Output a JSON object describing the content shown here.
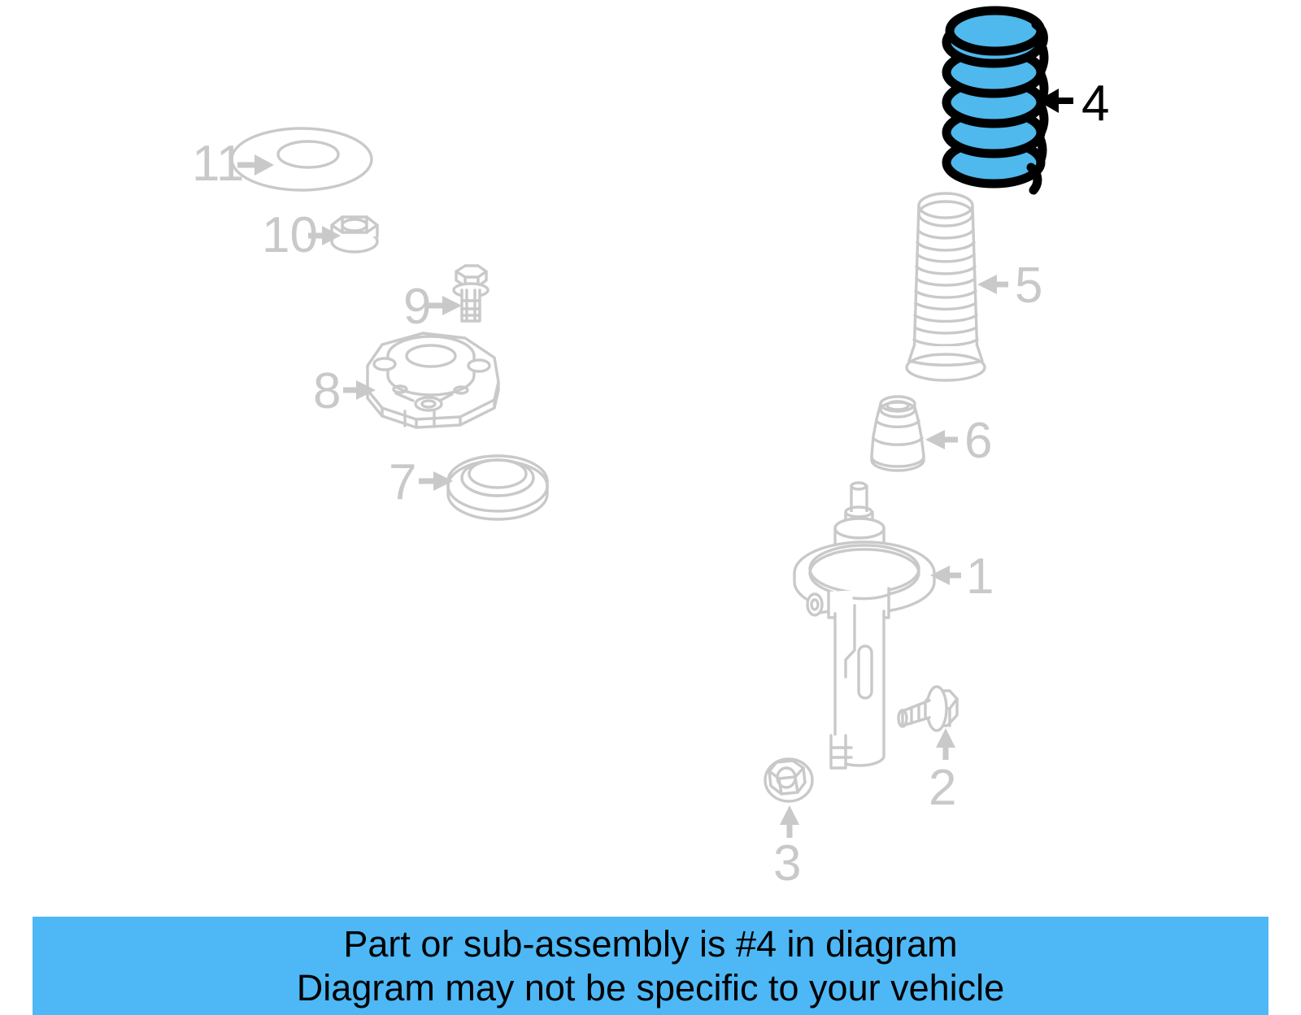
{
  "diagram": {
    "title": "Front suspension strut exploded diagram",
    "highlight_color": "#4FB8EC",
    "line_color": "#C9C9C9",
    "background_color": "#FFFFFF",
    "highlighted_callout": "4",
    "callouts": [
      {
        "id": "1",
        "label": "1",
        "part": "strut-shock-absorber",
        "highlighted": false,
        "arrow_direction": "left"
      },
      {
        "id": "2",
        "label": "2",
        "part": "flange-bolt",
        "highlighted": false,
        "arrow_direction": "up"
      },
      {
        "id": "3",
        "label": "3",
        "part": "flange-nut-lower",
        "highlighted": false,
        "arrow_direction": "up"
      },
      {
        "id": "4",
        "label": "4",
        "part": "coil-spring",
        "highlighted": true,
        "arrow_direction": "left"
      },
      {
        "id": "5",
        "label": "5",
        "part": "dust-boot-bellows",
        "highlighted": false,
        "arrow_direction": "left"
      },
      {
        "id": "6",
        "label": "6",
        "part": "bump-stop",
        "highlighted": false,
        "arrow_direction": "left"
      },
      {
        "id": "7",
        "label": "7",
        "part": "strut-bearing-ring",
        "highlighted": false,
        "arrow_direction": "right"
      },
      {
        "id": "8",
        "label": "8",
        "part": "strut-mount",
        "highlighted": false,
        "arrow_direction": "right"
      },
      {
        "id": "9",
        "label": "9",
        "part": "hex-flange-bolt",
        "highlighted": false,
        "arrow_direction": "right"
      },
      {
        "id": "10",
        "label": "10",
        "part": "flange-nut-upper",
        "highlighted": false,
        "arrow_direction": "right"
      },
      {
        "id": "11",
        "label": "11",
        "part": "cap-washer",
        "highlighted": false,
        "arrow_direction": "right"
      }
    ]
  },
  "banner": {
    "background_color": "#4DB8F5",
    "line1": "Part or sub-assembly is #4 in diagram",
    "line2": "Diagram may not be specific to your vehicle"
  }
}
